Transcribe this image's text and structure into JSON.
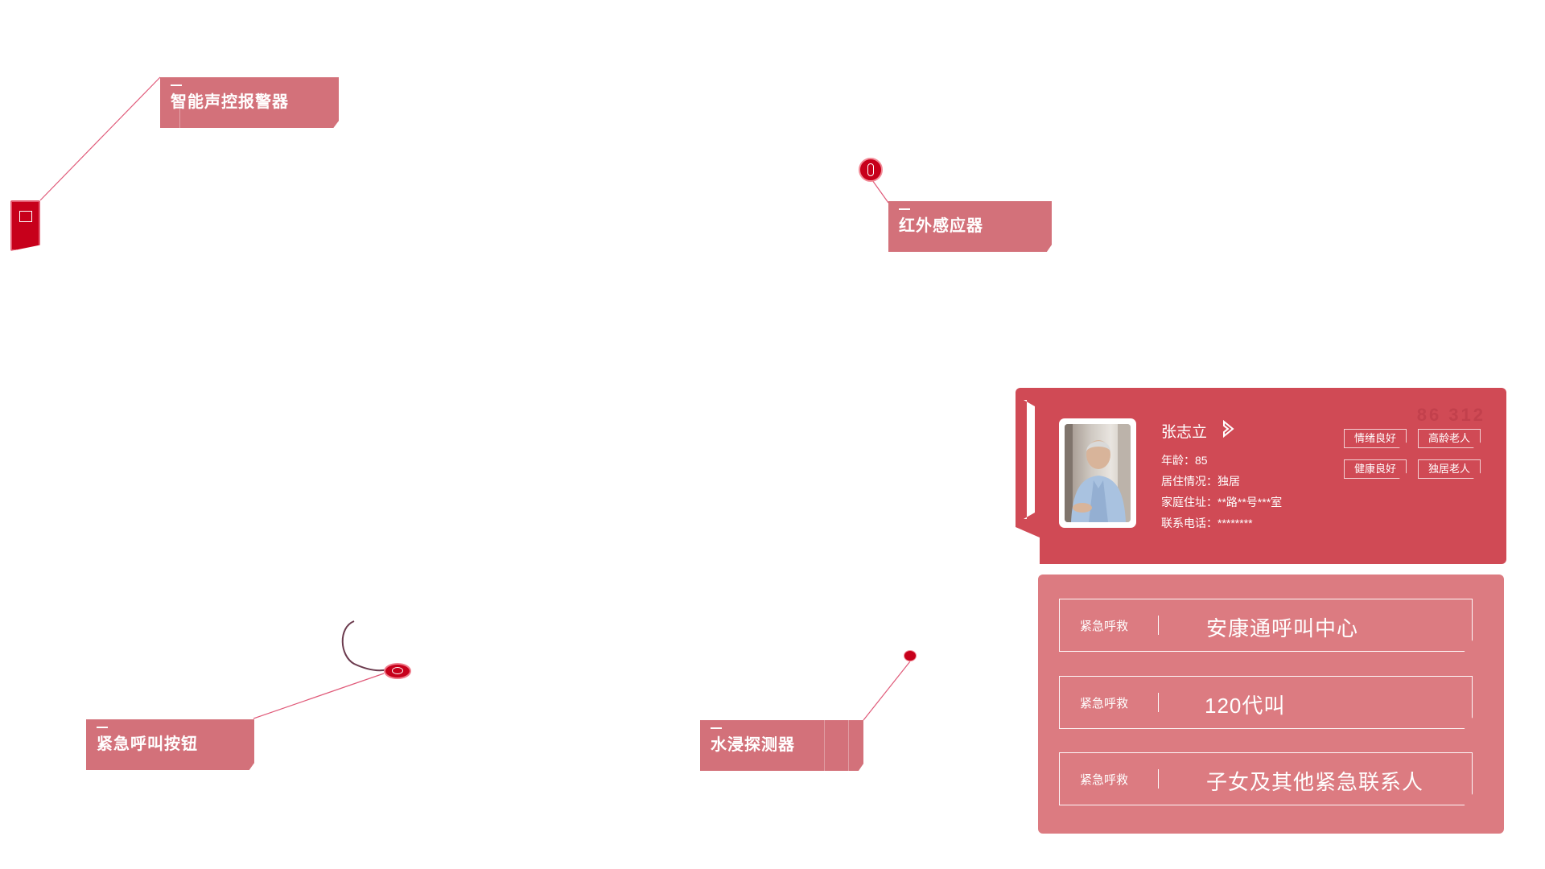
{
  "devices": {
    "alarm_label": "智能声控报警器",
    "infrared_label": "红外感应器",
    "emergency_button_label": "紧急呼叫按钮",
    "water_label": "水浸探测器"
  },
  "profile": {
    "name": "张志立",
    "code": "86 312",
    "age": "年龄：85",
    "living": "居住情况：独居",
    "address": "家庭住址：**路**号***室",
    "phone": "联系电话：********",
    "tags": [
      "情绪良好",
      "高龄老人",
      "健康良好",
      "独居老人"
    ]
  },
  "contacts": [
    {
      "label": "紧急呼救",
      "value": "安康通呼叫中心"
    },
    {
      "label": "紧急呼救",
      "value": "120代叫"
    },
    {
      "label": "紧急呼救",
      "value": "子女及其他紧急联系人"
    }
  ],
  "colors": {
    "tag_bg": "#d3717a",
    "card_bg": "#d04a55",
    "contacts_bg": "#dc7b81",
    "device_red": "#c7001b",
    "wire": "#e05a79"
  },
  "icons": {
    "alarm": "alarm-device-icon",
    "infrared": "infrared-sensor-icon",
    "water": "water-sensor-icon",
    "button": "emergency-button-icon",
    "arrow": "chevron-right-icon"
  }
}
